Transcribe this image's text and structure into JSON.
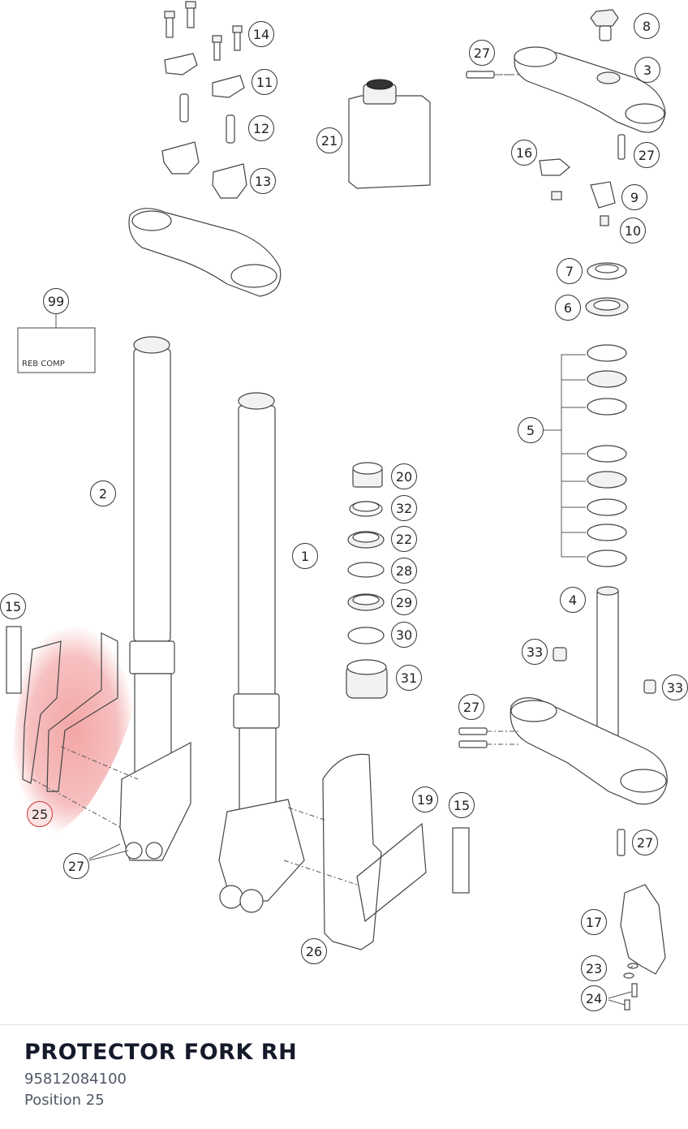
{
  "callouts": {
    "c14": "14",
    "c11": "11",
    "c12": "12",
    "c13": "13",
    "c21": "21",
    "c8": "8",
    "c27a": "27",
    "c3": "3",
    "c27b": "27",
    "c16": "16",
    "c9": "9",
    "c10": "10",
    "c7": "7",
    "c6": "6",
    "c99": "99",
    "c5": "5",
    "c2": "2",
    "c1": "1",
    "c20": "20",
    "c32": "32",
    "c22": "22",
    "c28": "28",
    "c29": "29",
    "c30": "30",
    "c31": "31",
    "c15a": "15",
    "c4": "4",
    "c33a": "33",
    "c33b": "33",
    "c27c": "27",
    "c25": "25",
    "c19": "19",
    "c15b": "15",
    "c27d": "27",
    "c27e": "27",
    "c17": "17",
    "c23": "23",
    "c24": "24",
    "c26": "26"
  },
  "kit_label": "REB COMP",
  "highlight_color": "#ef8a8a",
  "selected_part": {
    "title": "PROTECTOR FORK RH",
    "number": "95812084100",
    "position": "Position 25"
  }
}
